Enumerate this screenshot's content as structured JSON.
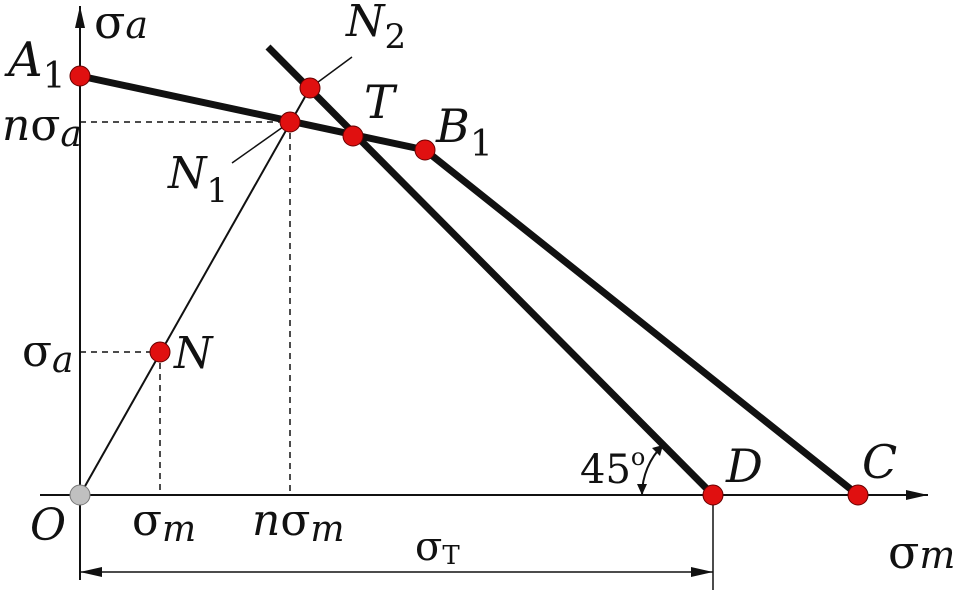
{
  "axes": {
    "y_label_symbol": "σ",
    "y_label_sub": "a",
    "x_label_symbol": "σ",
    "x_label_sub": "m",
    "origin_label": "O"
  },
  "y_ticks": [
    {
      "prefix": "n",
      "symbol": "σ",
      "sub": "a"
    },
    {
      "prefix": "",
      "symbol": "σ",
      "sub": "a"
    }
  ],
  "x_ticks": [
    {
      "prefix": "",
      "symbol": "σ",
      "sub": "m"
    },
    {
      "prefix": "n",
      "symbol": "σ",
      "sub": "m"
    }
  ],
  "points": {
    "A1": {
      "main": "A",
      "sub": "1"
    },
    "N2": {
      "main": "N",
      "sub": "2"
    },
    "N1": {
      "main": "N",
      "sub": "1"
    },
    "T": {
      "main": "T",
      "sub": ""
    },
    "B1": {
      "main": "B",
      "sub": "1"
    },
    "N": {
      "main": "N",
      "sub": ""
    },
    "D": {
      "main": "D",
      "sub": ""
    },
    "C": {
      "main": "C",
      "sub": ""
    }
  },
  "angle": {
    "value": "45",
    "unit": "o"
  },
  "dimension": {
    "symbol": "σ",
    "sub": "T"
  },
  "colors": {
    "point_fill": "#e01010",
    "origin_fill": "#c0c0c0",
    "line": "#111111"
  }
}
